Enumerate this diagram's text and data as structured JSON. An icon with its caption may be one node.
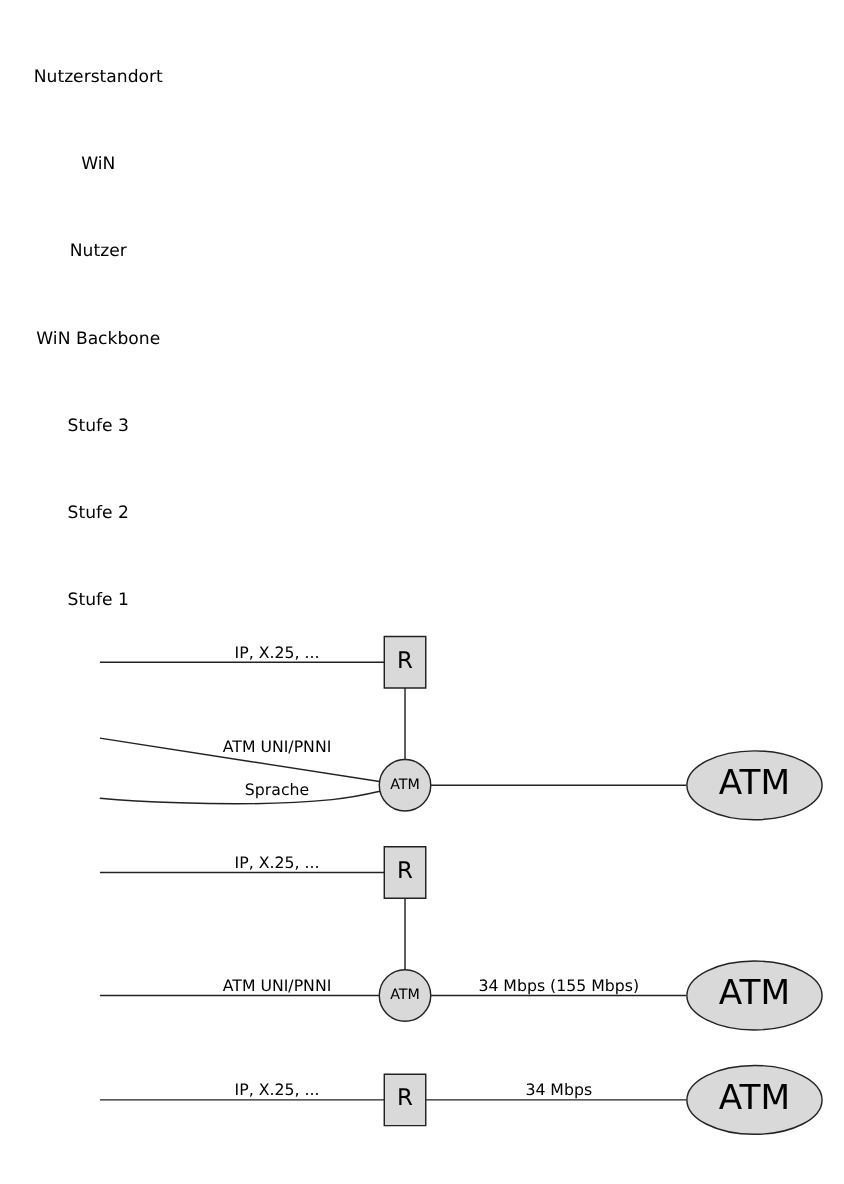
{
  "diagram": {
    "nodes": [
      {
        "text": [
          "R"
        ]
      },
      {
        "text": [
          "ATM"
        ]
      },
      {
        "text": [
          "R"
        ]
      },
      {
        "text": [
          "ATM"
        ]
      },
      {
        "text": [
          "ATM"
        ]
      },
      {
        "text": [
          "R"
        ]
      },
      {
        "text": [
          "ATM"
        ]
      },
      {
        "text": [
          "ATM"
        ]
      }
    ],
    "edges": [
      {
        "from": null,
        "to": 0,
        "arrow": "none",
        "label": "IP, X.25, ..."
      },
      {
        "from": 0,
        "to": 1,
        "arrow": "none",
        "label": "34 Mbps"
      },
      {
        "from": null,
        "to": 2,
        "arrow": "none",
        "label": "IP, X.25, ..."
      },
      {
        "from": 2,
        "to": 3,
        "arrow": "none"
      },
      {
        "from": null,
        "to": 3,
        "arrow": "none",
        "label": "ATM UNI/PNNI"
      },
      {
        "from": 3,
        "to": 4,
        "arrow": "none",
        "label": "34 Mbps (155 Mbps)"
      },
      {
        "from": null,
        "to": 5,
        "arrow": "none",
        "label": "IP, X.25, ..."
      },
      {
        "from": 5,
        "to": 6,
        "arrow": "none"
      },
      {
        "from": null,
        "to": 6,
        "arrow": "none",
        "label": "ATM UNI/PNNI"
      },
      {
        "from": 6,
        "to": 7,
        "arrow": "none"
      },
      {
        "from": null,
        "to": 6,
        "arrow": "none",
        "label": "Sprache"
      }
    ],
    "labels": [
      "Stufe 1",
      "Stufe 2",
      "Stufe 3",
      "WiN Backbone",
      "Nutzer",
      "WiN",
      "Nutzerstandort"
    ]
  }
}
